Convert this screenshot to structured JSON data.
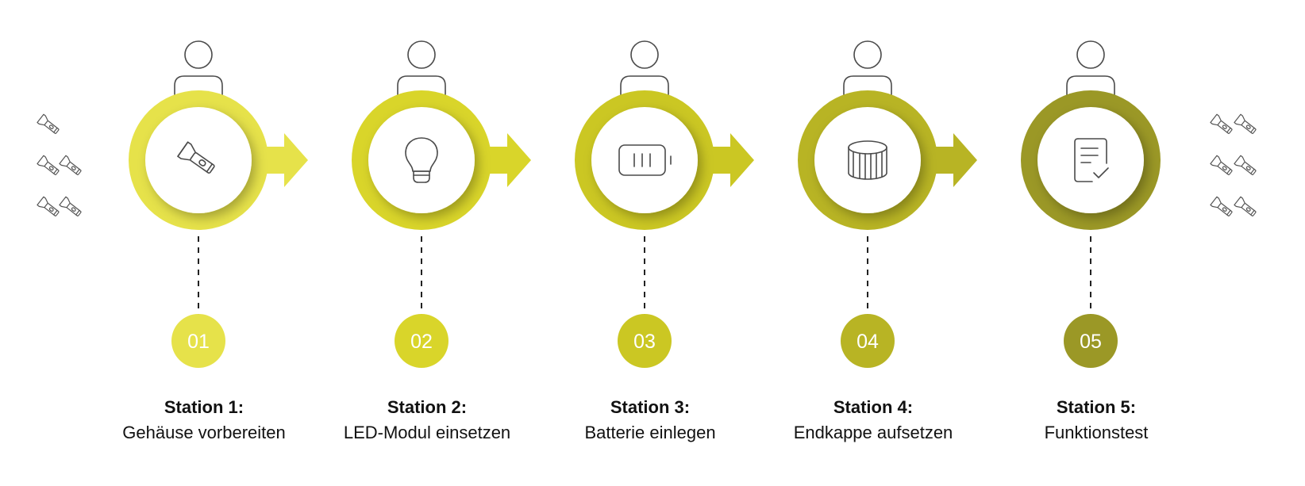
{
  "colors": {
    "station_1": "#e6e24a",
    "station_2": "#d9d52a",
    "station_3": "#cbc723",
    "station_4": "#b8b424",
    "station_5": "#9b9826",
    "connector": "#222222",
    "icon_stroke": "#4a4a4a"
  },
  "left_decoration": {
    "icon": "flashlight-group-icon",
    "count": 5
  },
  "right_decoration": {
    "icon": "flashlight-group-icon",
    "count": 6
  },
  "stations": [
    {
      "number": "01",
      "title": "Station 1:",
      "description": "Gehäuse vorbereiten",
      "icon": "flashlight-icon",
      "worker_icon": "person-icon",
      "has_arrow": true
    },
    {
      "number": "02",
      "title": "Station 2:",
      "description": "LED-Modul einsetzen",
      "icon": "bulb-icon",
      "worker_icon": "person-icon",
      "has_arrow": true
    },
    {
      "number": "03",
      "title": "Station 3:",
      "description": "Batterie einlegen",
      "icon": "battery-icon",
      "worker_icon": "person-icon",
      "has_arrow": true
    },
    {
      "number": "04",
      "title": "Station 4:",
      "description": "Endkappe aufsetzen",
      "icon": "end-cap-icon",
      "worker_icon": "person-icon",
      "has_arrow": true
    },
    {
      "number": "05",
      "title": "Station 5:",
      "description": "Funktionstest",
      "icon": "checklist-icon",
      "worker_icon": "person-icon",
      "has_arrow": false
    }
  ]
}
